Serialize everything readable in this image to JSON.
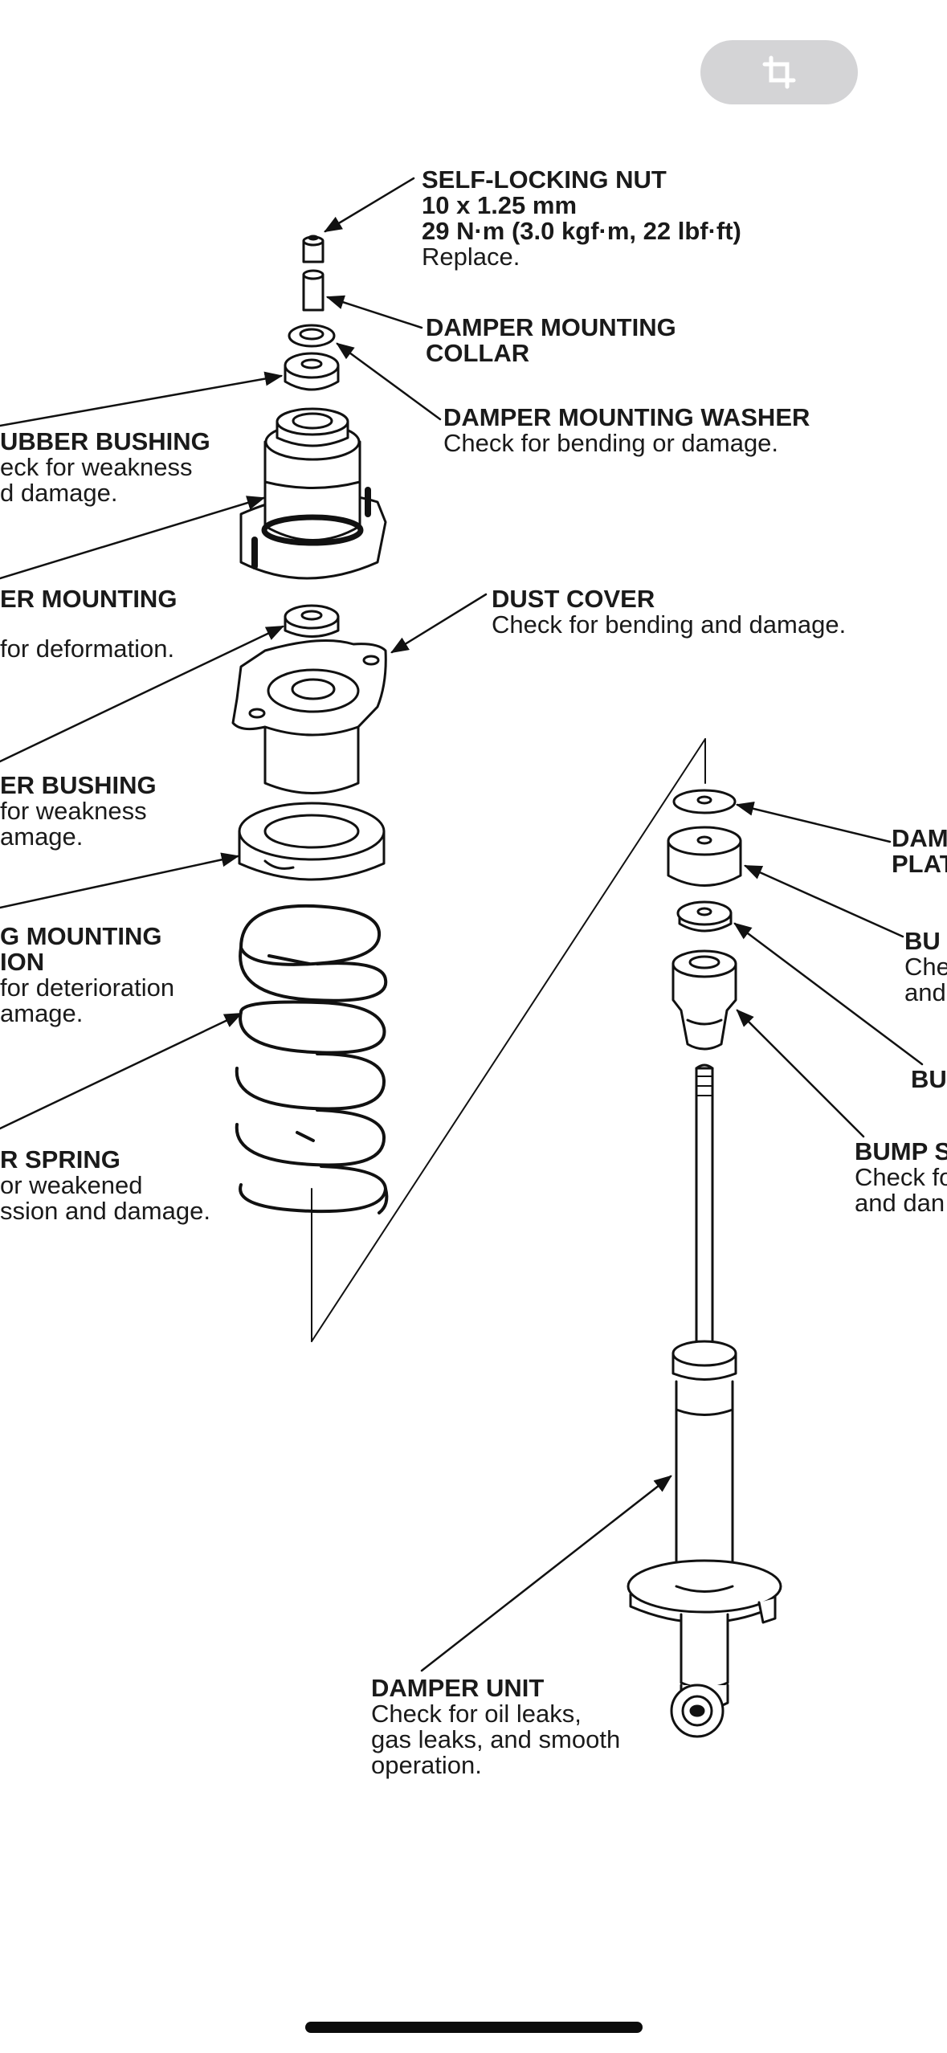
{
  "toolbar": {
    "crop_icon": "crop-icon"
  },
  "callouts": {
    "self_locking_nut": {
      "title": "SELF-LOCKING NUT",
      "spec1": "10 x 1.25 mm",
      "spec2": "29 N·m (3.0 kgf·m, 22 lbf·ft)",
      "desc": "Replace."
    },
    "damper_mounting_collar": {
      "title1": "DAMPER MOUNTING",
      "title2": "COLLAR"
    },
    "damper_mounting_washer": {
      "title": "DAMPER MOUNTING WASHER",
      "desc": "Check for bending or damage."
    },
    "upper_rubber_bushing": {
      "title": "UBBER BUSHING",
      "desc1": "eck for weakness",
      "desc2": "d damage."
    },
    "upper_mounting": {
      "title": "ER MOUNTING",
      "desc": "for deformation."
    },
    "dust_cover": {
      "title": "DUST COVER",
      "desc": "Check for bending and damage."
    },
    "lower_bushing": {
      "title": "ER BUSHING",
      "desc1": "for weakness",
      "desc2": "amage."
    },
    "spring_mounting_cushion": {
      "title1": "G MOUNTING",
      "title2": "ION",
      "desc1": "for deterioration",
      "desc2": "amage."
    },
    "spring": {
      "title": "R SPRING",
      "desc1": "or weakened",
      "desc2": "ssion and damage."
    },
    "damper_plate": {
      "title1": "DAM",
      "title2": "PLAT"
    },
    "bump_stop": {
      "title": "BU",
      "desc1": "Che",
      "desc2": "and"
    },
    "bump_stop_plate": {
      "title": "BU"
    },
    "bump_stop_cap": {
      "title": "BUMP S",
      "desc1": "Check fo",
      "desc2": "and dan"
    },
    "damper_unit": {
      "title": "DAMPER UNIT",
      "desc1": "Check for oil leaks,",
      "desc2": "gas leaks, and smooth",
      "desc3": "operation."
    }
  }
}
